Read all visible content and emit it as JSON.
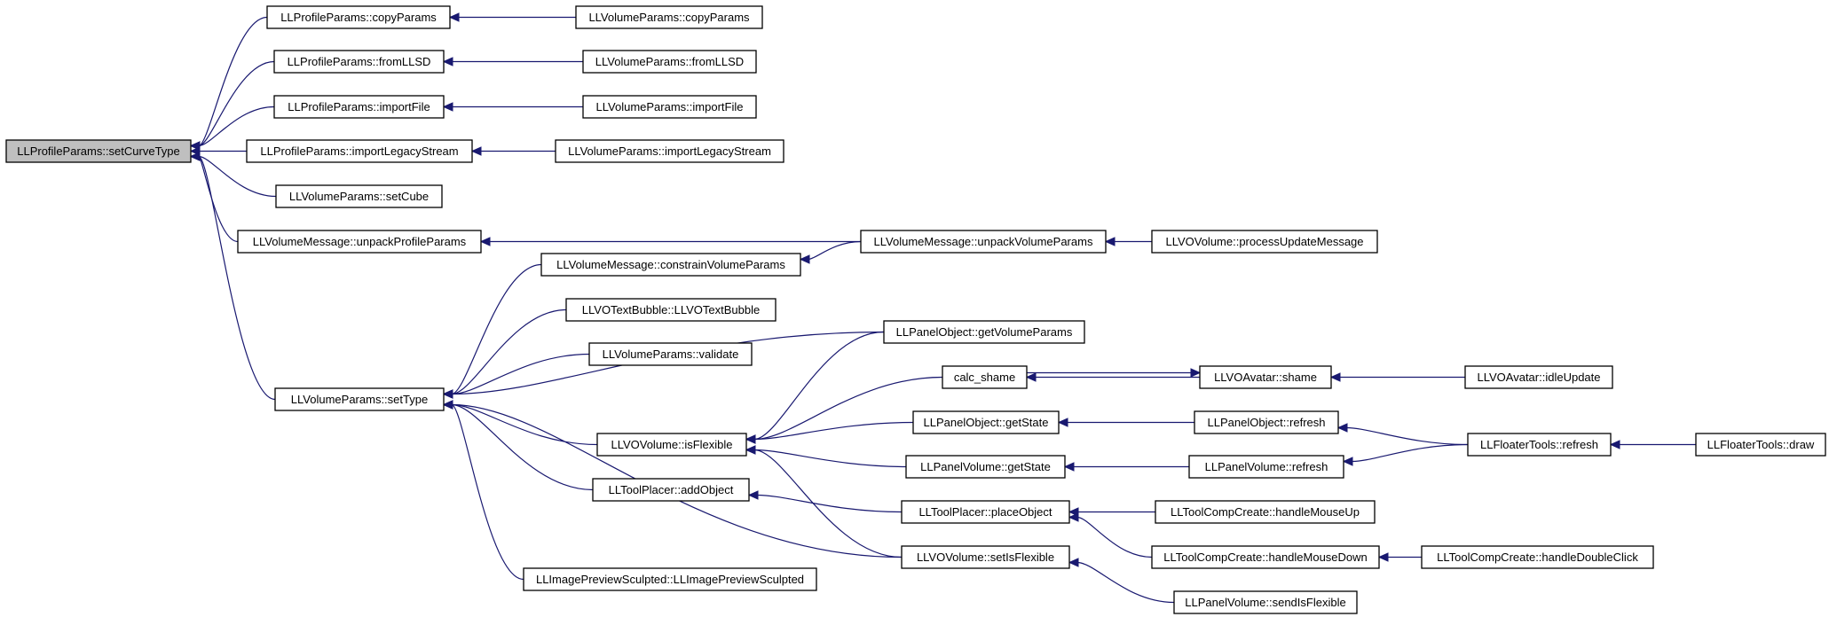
{
  "graph": {
    "colors": {
      "edge": "#191970",
      "root_fill": "#bfbfbf",
      "node_fill": "#ffffff",
      "border": "#000000"
    },
    "nodes": [
      {
        "id": "root",
        "label": "LLProfileParams::setCurveType",
        "root": true
      },
      {
        "id": "pp_copy",
        "label": "LLProfileParams::copyParams"
      },
      {
        "id": "vp_copy",
        "label": "LLVolumeParams::copyParams"
      },
      {
        "id": "pp_fromllsd",
        "label": "LLProfileParams::fromLLSD"
      },
      {
        "id": "vp_fromllsd",
        "label": "LLVolumeParams::fromLLSD"
      },
      {
        "id": "pp_import",
        "label": "LLProfileParams::importFile"
      },
      {
        "id": "vp_import",
        "label": "LLVolumeParams::importFile"
      },
      {
        "id": "pp_legacy",
        "label": "LLProfileParams::importLegacyStream"
      },
      {
        "id": "vp_legacy",
        "label": "LLVolumeParams::importLegacyStream"
      },
      {
        "id": "vp_setcube",
        "label": "LLVolumeParams::setCube"
      },
      {
        "id": "vm_unpackprofile",
        "label": "LLVolumeMessage::unpackProfileParams"
      },
      {
        "id": "vm_unpackvolume",
        "label": "LLVolumeMessage::unpackVolumeParams"
      },
      {
        "id": "vov_processupdate",
        "label": "LLVOVolume::processUpdateMessage"
      },
      {
        "id": "vm_constrain",
        "label": "LLVolumeMessage::constrainVolumeParams"
      },
      {
        "id": "votb",
        "label": "LLVOTextBubble::LLVOTextBubble"
      },
      {
        "id": "vp_validate",
        "label": "LLVolumeParams::validate"
      },
      {
        "id": "vp_settype",
        "label": "LLVolumeParams::setType"
      },
      {
        "id": "po_getvolparams",
        "label": "LLPanelObject::getVolumeParams"
      },
      {
        "id": "calc_shame",
        "label": "calc_shame"
      },
      {
        "id": "voa_shame",
        "label": "LLVOAvatar::shame"
      },
      {
        "id": "voa_idle",
        "label": "LLVOAvatar::idleUpdate"
      },
      {
        "id": "vov_isflexible",
        "label": "LLVOVolume::isFlexible"
      },
      {
        "id": "po_getstate",
        "label": "LLPanelObject::getState"
      },
      {
        "id": "po_refresh",
        "label": "LLPanelObject::refresh"
      },
      {
        "id": "ft_refresh",
        "label": "LLFloaterTools::refresh"
      },
      {
        "id": "ft_draw",
        "label": "LLFloaterTools::draw"
      },
      {
        "id": "pv_getstate",
        "label": "LLPanelVolume::getState"
      },
      {
        "id": "pv_refresh",
        "label": "LLPanelVolume::refresh"
      },
      {
        "id": "tp_addobject",
        "label": "LLToolPlacer::addObject"
      },
      {
        "id": "tp_placeobject",
        "label": "LLToolPlacer::placeObject"
      },
      {
        "id": "tcc_mouseup",
        "label": "LLToolCompCreate::handleMouseUp"
      },
      {
        "id": "tcc_mousedown",
        "label": "LLToolCompCreate::handleMouseDown"
      },
      {
        "id": "tcc_dblclick",
        "label": "LLToolCompCreate::handleDoubleClick"
      },
      {
        "id": "vov_setisflexible",
        "label": "LLVOVolume::setIsFlexible"
      },
      {
        "id": "ipsc",
        "label": "LLImagePreviewSculpted::LLImagePreviewSculpted"
      },
      {
        "id": "pv_sendisflexible",
        "label": "LLPanelVolume::sendIsFlexible"
      }
    ],
    "edges": [
      {
        "from": "pp_copy",
        "to": "root"
      },
      {
        "from": "pp_fromllsd",
        "to": "root"
      },
      {
        "from": "pp_import",
        "to": "root"
      },
      {
        "from": "pp_legacy",
        "to": "root"
      },
      {
        "from": "vp_setcube",
        "to": "root"
      },
      {
        "from": "vm_unpackprofile",
        "to": "root"
      },
      {
        "from": "vp_settype",
        "to": "root"
      },
      {
        "from": "vp_copy",
        "to": "pp_copy"
      },
      {
        "from": "vp_fromllsd",
        "to": "pp_fromllsd"
      },
      {
        "from": "vp_import",
        "to": "pp_import"
      },
      {
        "from": "vp_legacy",
        "to": "pp_legacy"
      },
      {
        "from": "vm_unpackvolume",
        "to": "vm_unpackprofile"
      },
      {
        "from": "vov_processupdate",
        "to": "vm_unpackvolume"
      },
      {
        "from": "vm_unpackvolume",
        "to": "vm_constrain"
      },
      {
        "from": "vm_constrain",
        "to": "vp_settype"
      },
      {
        "from": "votb",
        "to": "vp_settype"
      },
      {
        "from": "vp_validate",
        "to": "vp_settype"
      },
      {
        "from": "po_getvolparams",
        "to": "vp_settype"
      },
      {
        "from": "vov_isflexible",
        "to": "vp_settype"
      },
      {
        "from": "tp_addobject",
        "to": "vp_settype"
      },
      {
        "from": "vov_setisflexible",
        "to": "vp_settype"
      },
      {
        "from": "ipsc",
        "to": "vp_settype"
      },
      {
        "from": "po_getvolparams",
        "to": "vov_isflexible"
      },
      {
        "from": "calc_shame",
        "to": "vov_isflexible"
      },
      {
        "from": "po_getstate",
        "to": "vov_isflexible"
      },
      {
        "from": "pv_getstate",
        "to": "vov_isflexible"
      },
      {
        "from": "vov_setisflexible",
        "to": "vov_isflexible"
      },
      {
        "from": "tp_placeobject",
        "to": "tp_addobject"
      },
      {
        "from": "voa_shame",
        "to": "calc_shame"
      },
      {
        "from": "calc_shame",
        "to": "voa_shame"
      },
      {
        "from": "voa_idle",
        "to": "voa_shame"
      },
      {
        "from": "po_refresh",
        "to": "po_getstate"
      },
      {
        "from": "ft_refresh",
        "to": "po_refresh"
      },
      {
        "from": "ft_draw",
        "to": "ft_refresh"
      },
      {
        "from": "pv_refresh",
        "to": "pv_getstate"
      },
      {
        "from": "ft_refresh",
        "to": "pv_refresh"
      },
      {
        "from": "tcc_mouseup",
        "to": "tp_placeobject"
      },
      {
        "from": "tcc_mousedown",
        "to": "tp_placeobject"
      },
      {
        "from": "tcc_dblclick",
        "to": "tcc_mousedown"
      },
      {
        "from": "pv_sendisflexible",
        "to": "vov_setisflexible"
      }
    ]
  }
}
